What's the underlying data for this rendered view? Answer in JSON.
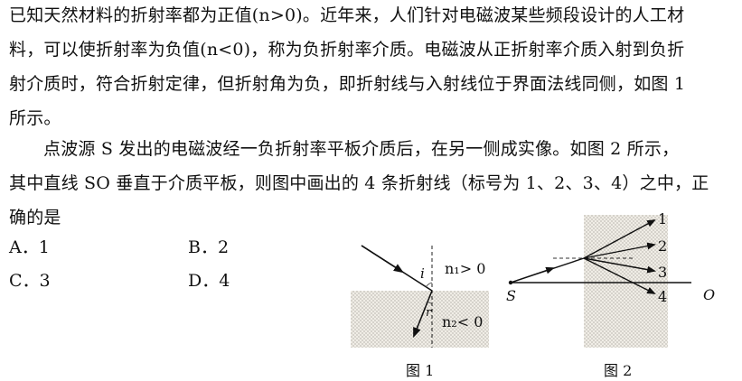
{
  "problem": {
    "lines": [
      "已知天然材料的折射率都为正值(n>0)。近年来，人们针对电磁波某些频段设计的人工材",
      "料，可以使折射率为负值(n<0)，称为负折射率介质。电磁波从正折射率介质入射到负折",
      "射介质时，符合折射定律，但折射角为负，即折射线与入射线位于界面法线同侧，如图 1",
      "所示。",
      "点波源 S 发出的电磁波经一负折射率平板介质后，在另一侧成实像。如图 2 所示，",
      "其中直线 SO 垂直于介质平板，则图中画出的 4 条折射线（标号为 1、2、3、4）之中，正",
      "确的是"
    ],
    "options": [
      "A．1",
      "B．2",
      "C．3",
      "D．4"
    ]
  },
  "figure1": {
    "caption": "图 1",
    "angle_i": "i",
    "angle_r": "r",
    "n1_label": "n₁> 0",
    "n2_label": "n₂< 0"
  },
  "figure2": {
    "caption": "图 2",
    "source_label": "S",
    "end_label": "O",
    "ray_labels": [
      "1",
      "2",
      "3",
      "4"
    ]
  }
}
